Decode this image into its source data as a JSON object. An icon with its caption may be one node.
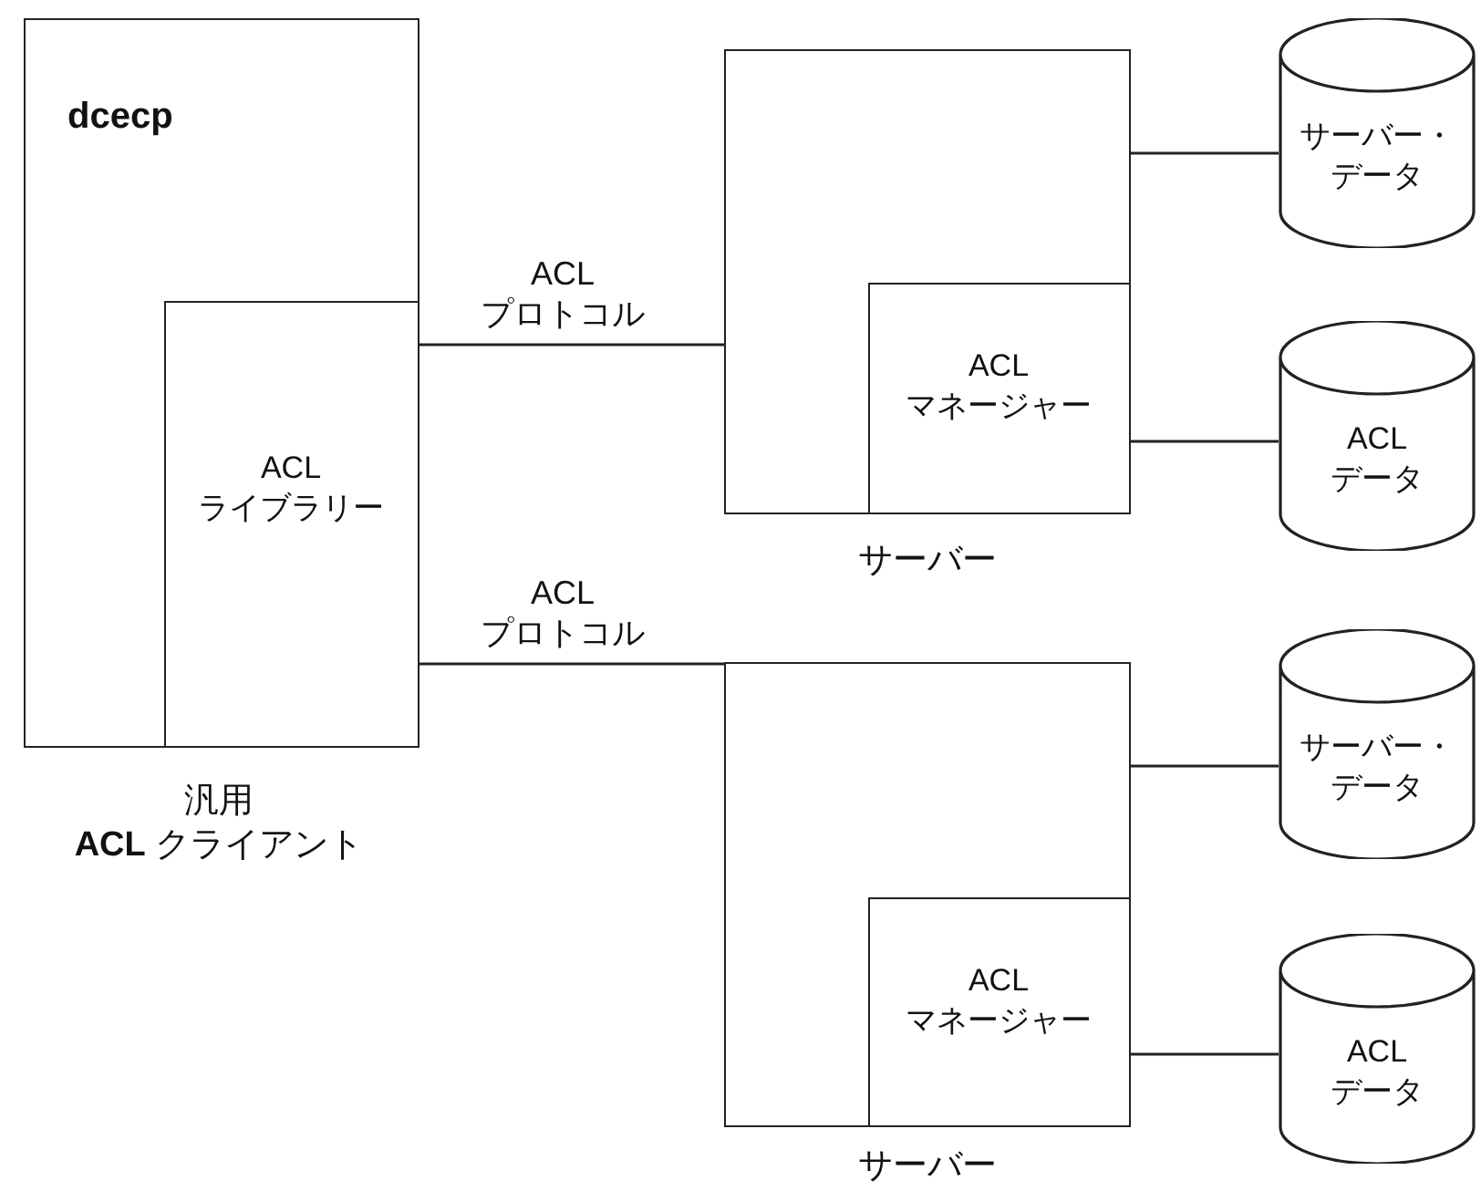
{
  "diagram": {
    "nodes": [
      {
        "text": [
          "dcecp"
        ],
        "beside": [
          "汎用",
          "**ACL** クライアント"
        ]
      },
      {
        "text": [
          "ACL ライブラリー"
        ],
        "in": 0
      },
      {
        "text": [],
        "shape": "box",
        "beside": [
          "サーバー"
        ]
      },
      {
        "text": [
          "ACL マネージャー"
        ],
        "in": 2
      },
      {
        "text": [
          "サーバー・データ"
        ]
      },
      {
        "text": [
          "ACL データ"
        ]
      },
      {
        "text": [],
        "shape": "box",
        "beside": [
          "サーバー"
        ]
      },
      {
        "text": [
          "ACL マネージャー"
        ],
        "in": 6
      },
      {
        "text": [
          "サーバー・データ"
        ]
      },
      {
        "text": [
          "ACL データ"
        ]
      }
    ],
    "edges": [
      {
        "from": 1,
        "to": 2,
        "arrow": "none",
        "label": "ACL プロトコル"
      },
      {
        "from": 1,
        "to": 6,
        "arrow": "none",
        "label": "ACL プロトコル"
      },
      {
        "from": 2,
        "to": 4,
        "arrow": "none"
      },
      {
        "from": 3,
        "to": 5,
        "arrow": "none"
      },
      {
        "from": 6,
        "to": 8,
        "arrow": "none"
      },
      {
        "from": 7,
        "to": 9,
        "arrow": "none"
      }
    ]
  }
}
